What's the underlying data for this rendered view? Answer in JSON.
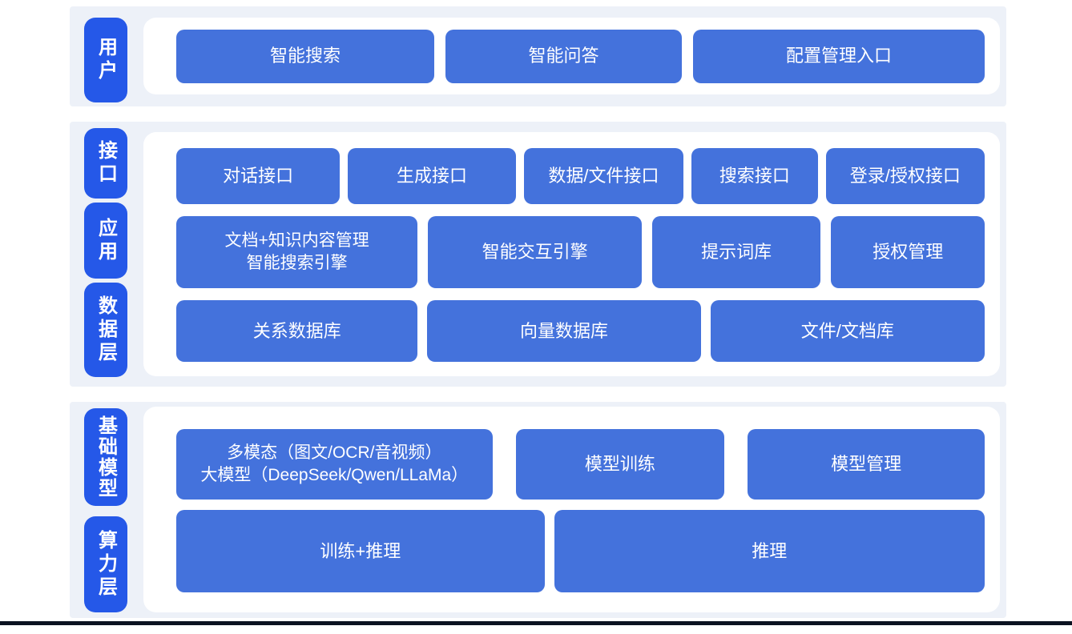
{
  "colors": {
    "accent_label": "#2558e8",
    "accent_button": "#4472dc",
    "section_background": "#edf1f8",
    "panel_background": "#ffffff",
    "footer_bar": "#0b1220",
    "text_on_blue": "#ffffff"
  },
  "layers": [
    {
      "name": "user",
      "side_labels": [
        "用户"
      ],
      "rows": [
        [
          "智能搜索",
          "智能问答",
          "配置管理入口"
        ]
      ]
    },
    {
      "name": "interface-application-data",
      "side_labels": [
        "接口",
        "应用",
        "数据层"
      ],
      "rows": [
        [
          "对话接口",
          "生成接口",
          "数据/文件接口",
          "搜索接口",
          "登录/授权接口"
        ],
        [
          "文档+知识内容管理\n智能搜索引擎",
          "智能交互引擎",
          "提示词库",
          "授权管理"
        ],
        [
          "关系数据库",
          "向量数据库",
          "文件/文档库"
        ]
      ]
    },
    {
      "name": "foundation-model-compute",
      "side_labels": [
        "基础模型",
        "算力层"
      ],
      "rows": [
        [
          "多模态（图文/OCR/音视频）\n大模型（DeepSeek/Qwen/LLaMa）",
          "模型训练",
          "模型管理"
        ],
        [
          "训练+推理",
          "推理"
        ]
      ]
    }
  ]
}
